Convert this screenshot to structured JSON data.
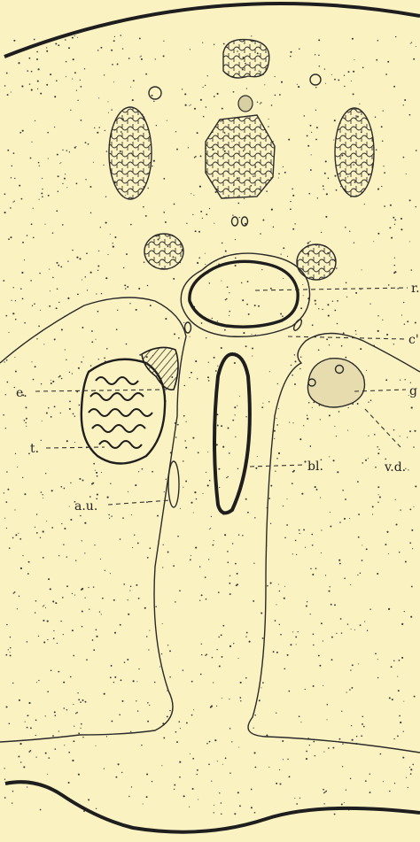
{
  "figure": {
    "background": "#fbf2c2",
    "ink": "#222222",
    "labels": {
      "r": "r.",
      "c": "c'",
      "g": "g",
      "vd": "v.d.",
      "e": "e.",
      "t": "t.",
      "bl": "bl.",
      "au": "a.u."
    }
  }
}
